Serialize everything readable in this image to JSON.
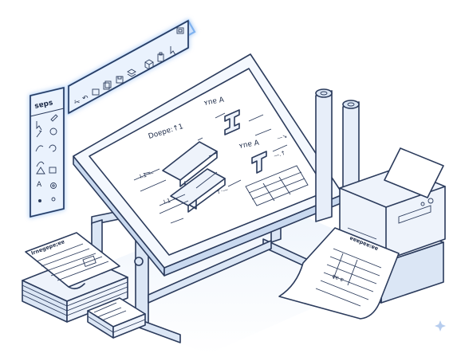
{
  "toolbar_vertical": {
    "title": "sɐps",
    "tools": [
      "cursor-icon",
      "pen-icon",
      "magic-icon",
      "line-icon",
      "curve-icon",
      "rotate-icon",
      "arc-icon",
      "triangle-icon",
      "rectangle-icon",
      "text-icon",
      "gear-icon"
    ]
  },
  "toolbar_horizontal": {
    "tools": [
      "cut-icon",
      "undo-icon",
      "folder-icon",
      "copy-icon",
      "save-icon",
      "layers-icon",
      "cube-icon",
      "paste-icon",
      "cursor-icon",
      "frame-icon"
    ]
  },
  "drawing": {
    "label_left": "Doɐpɐ:↑1",
    "label_right_top": "ʏnɐ A",
    "label_right_mid": "ʏnɐ A"
  },
  "documents": {
    "stack_heading": "Irnɐgɐpɐ;ɐɐ",
    "printout_heading": "ɐɐɐpɐɐ:ɐɐ"
  },
  "colors": {
    "outline": "#2b3b5c",
    "glow": "#7fb2ef",
    "panel_fill": "#eaf2fd",
    "board_fill": "#f4f8fe",
    "metal": "#dbe6f5"
  }
}
